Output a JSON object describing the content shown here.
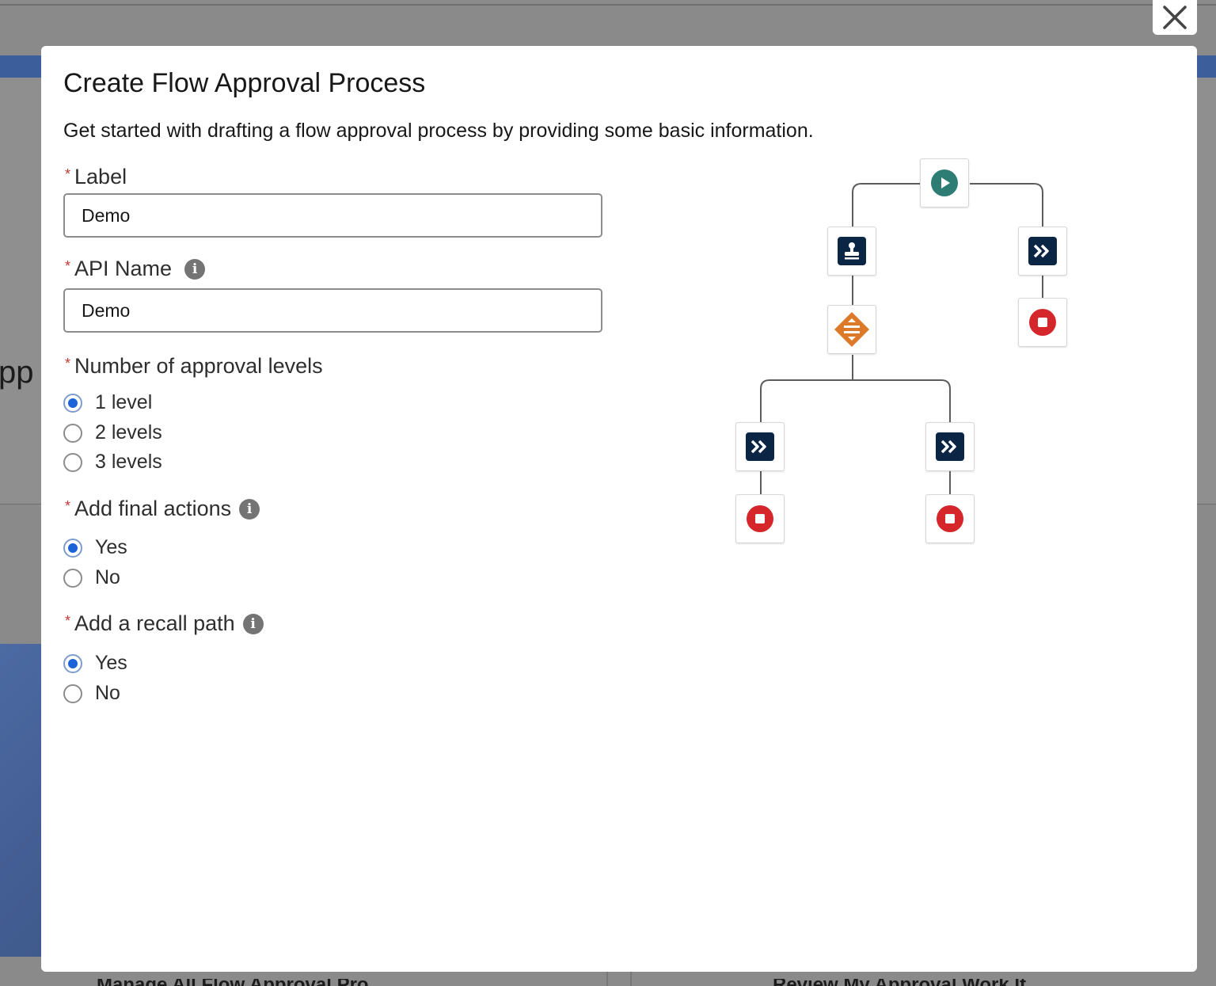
{
  "modal": {
    "title": "Create Flow Approval Process",
    "description": "Get started with drafting a flow approval process by providing some basic information.",
    "close_icon": "close-icon"
  },
  "form": {
    "required_marker": "*",
    "label_field": {
      "label": "Label",
      "value": "Demo"
    },
    "api_name_field": {
      "label": "API Name",
      "value": "Demo",
      "info_icon": "info-icon"
    },
    "approval_levels": {
      "label": "Number of approval levels",
      "options": [
        "1 level",
        "2 levels",
        "3 levels"
      ],
      "selected": "1 level"
    },
    "final_actions": {
      "label": "Add final actions",
      "info_icon": "info-icon",
      "options": [
        "Yes",
        "No"
      ],
      "selected": "Yes"
    },
    "recall_path": {
      "label": "Add a recall path",
      "info_icon": "info-icon",
      "options": [
        "Yes",
        "No"
      ],
      "selected": "Yes"
    }
  },
  "diagram": {
    "nodes": [
      {
        "id": "start",
        "icon": "play-icon"
      },
      {
        "id": "approval-step",
        "icon": "stamp-icon"
      },
      {
        "id": "recall-stage",
        "icon": "fast-forward-icon"
      },
      {
        "id": "decision",
        "icon": "decision-icon"
      },
      {
        "id": "recall-end",
        "icon": "stop-icon"
      },
      {
        "id": "approve-stage",
        "icon": "fast-forward-icon"
      },
      {
        "id": "reject-stage",
        "icon": "fast-forward-icon"
      },
      {
        "id": "approve-end",
        "icon": "stop-icon"
      },
      {
        "id": "reject-end",
        "icon": "stop-icon"
      }
    ],
    "colors": {
      "start": "#2e7d74",
      "stage": "#0b2545",
      "decision": "#dd7a2a",
      "stop": "#d4262b"
    }
  },
  "background": {
    "peek_text": "pp",
    "bottom_left_text": "Manage All Flow Approval Pro",
    "bottom_right_text": "Review My Approval Work It"
  }
}
